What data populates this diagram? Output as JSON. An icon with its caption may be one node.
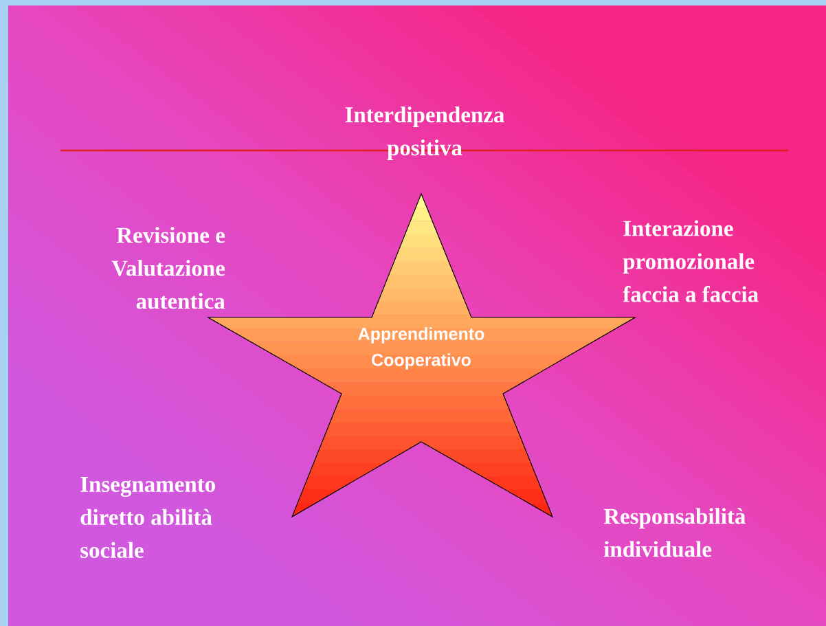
{
  "diagram": {
    "nodes": [
      {
        "text": [
          "Apprendimento Cooperativo"
        ]
      }
    ],
    "labels": [
      "Interdipendenza positiva",
      "Revisione e Valutazione autentica",
      "Interazione promozionale faccia a faccia",
      "Insegnamento diretto abilità sociale",
      "Responsabilità individuale"
    ]
  }
}
